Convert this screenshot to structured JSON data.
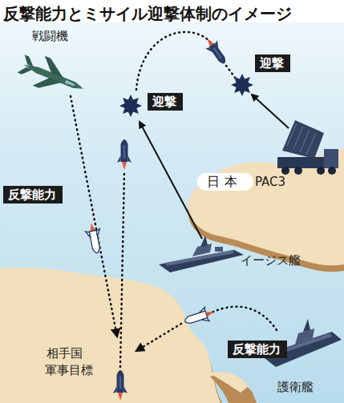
{
  "diagram": {
    "title": "反撃能力とミサイル迎撃体制のイメージ",
    "nodes": [
      {
        "text": [
          "迎撃"
        ]
      },
      {
        "text": [
          "迎撃"
        ]
      },
      {
        "text": [
          "日本"
        ]
      },
      {
        "text": [
          "反撃能力"
        ]
      },
      {
        "text": [
          "反撃能力"
        ]
      }
    ],
    "labels": [
      "戦闘機",
      "PAC3",
      "イージス艦",
      "相手国",
      "軍事目標",
      "護衛艦"
    ]
  }
}
